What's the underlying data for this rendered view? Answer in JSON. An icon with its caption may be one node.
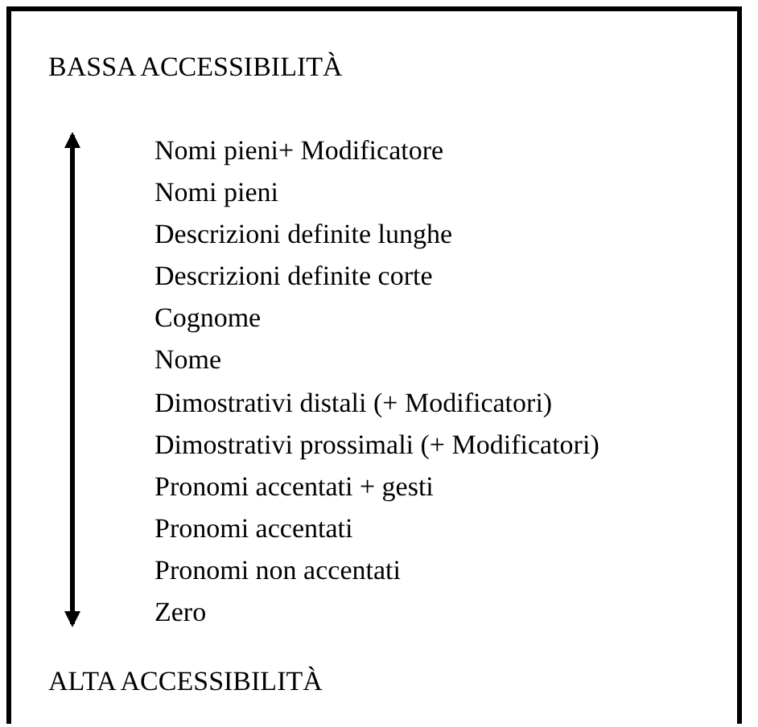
{
  "diagram": {
    "labels": [
      "BASSA ACCESSIBILITÀ",
      "Nomi pieni+ Modificatore",
      "Nomi pieni",
      "Descrizioni definite lunghe",
      "Descrizioni definite corte",
      "Cognome",
      "Nome",
      "Dimostrativi distali (+ Modificatori)",
      "Dimostrativi prossimali (+ Modificatori)",
      "Pronomi accentati + gesti",
      "Pronomi accentati",
      "Pronomi non accentati",
      "Zero",
      "ALTA ACCESSIBILITÀ"
    ]
  }
}
